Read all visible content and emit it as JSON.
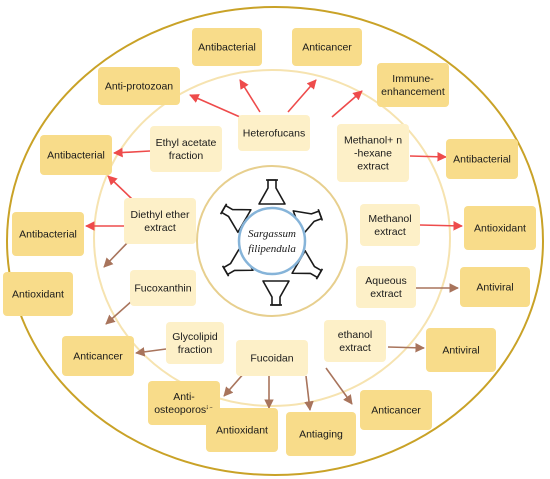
{
  "colors": {
    "outer_box": "#f8dc8a",
    "inner_box": "#fdf0c8",
    "outer_ring": "#c9a227",
    "center_ring": "#86b4d9",
    "arrow_red": "#ee4b4b",
    "arrow_brown": "#a8745c"
  },
  "center": {
    "line1": "Sargassum",
    "line2": "filipendula"
  },
  "icon": "flask-icon",
  "sources": {
    "heterofucans": [
      "Heterofucans"
    ],
    "ethyl_acetate": [
      "Ethyl acetate",
      "fraction"
    ],
    "methanol_hexane": [
      "Methanol+ n",
      "-hexane",
      "extract"
    ],
    "diethyl_ether": [
      "Diethyl ether",
      "extract"
    ],
    "methanol": [
      "Methanol",
      "extract"
    ],
    "fucoxanthin": [
      "Fucoxanthin"
    ],
    "aqueous": [
      "Aqueous",
      "extract"
    ],
    "glycolipid": [
      "Glycolipid",
      "fraction"
    ],
    "ethanol": [
      "ethanol",
      "extract"
    ],
    "fucoidan": [
      "Fucoidan"
    ]
  },
  "activities": {
    "antibacterial_top": [
      "Antibacterial"
    ],
    "anticancer_top": [
      "Anticancer"
    ],
    "antiprotozoan": [
      "Anti-protozoan"
    ],
    "immune": [
      "Immune-",
      "enhancement"
    ],
    "antibacterial_left": [
      "Antibacterial"
    ],
    "antibacterial_right": [
      "Antibacterial"
    ],
    "antibacterial_farleft": [
      "Antibacterial"
    ],
    "antioxidant_right": [
      "Antioxidant"
    ],
    "antioxidant_left": [
      "Antioxidant"
    ],
    "antiviral_right1": [
      "Antiviral"
    ],
    "anticancer_left": [
      "Anticancer"
    ],
    "antiviral_right2": [
      "Antiviral"
    ],
    "antiosteoporosis": [
      "Anti-",
      "osteoporosis"
    ],
    "antioxidant_bottom": [
      "Antioxidant"
    ],
    "antiaging": [
      "Antiaging"
    ],
    "anticancer_bottom": [
      "Anticancer"
    ]
  }
}
